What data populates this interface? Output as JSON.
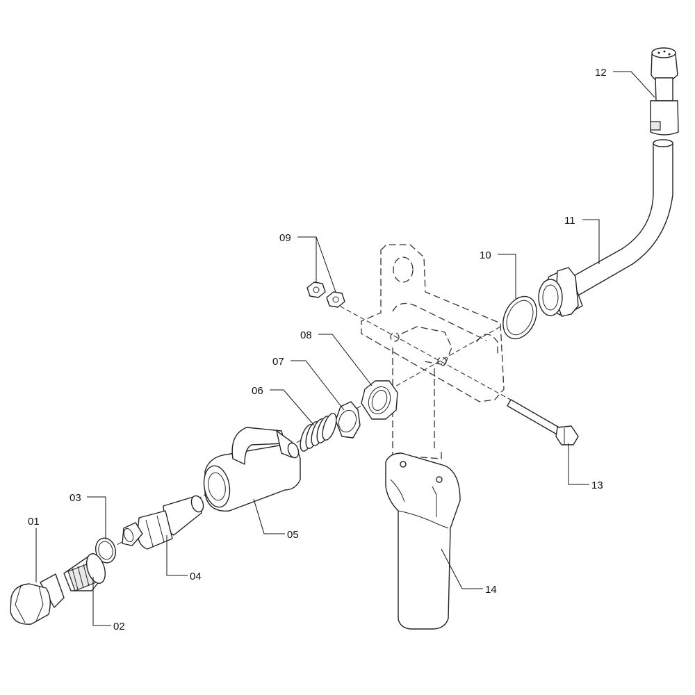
{
  "diagram": {
    "labels": [
      {
        "id": "01",
        "text": "01"
      },
      {
        "id": "02",
        "text": "02"
      },
      {
        "id": "03",
        "text": "03"
      },
      {
        "id": "04",
        "text": "04"
      },
      {
        "id": "05",
        "text": "05"
      },
      {
        "id": "06",
        "text": "06"
      },
      {
        "id": "07",
        "text": "07"
      },
      {
        "id": "08",
        "text": "08"
      },
      {
        "id": "09",
        "text": "09"
      },
      {
        "id": "10",
        "text": "10"
      },
      {
        "id": "11",
        "text": "11"
      },
      {
        "id": "12",
        "text": "12"
      },
      {
        "id": "13",
        "text": "13"
      },
      {
        "id": "14",
        "text": "14"
      }
    ]
  }
}
